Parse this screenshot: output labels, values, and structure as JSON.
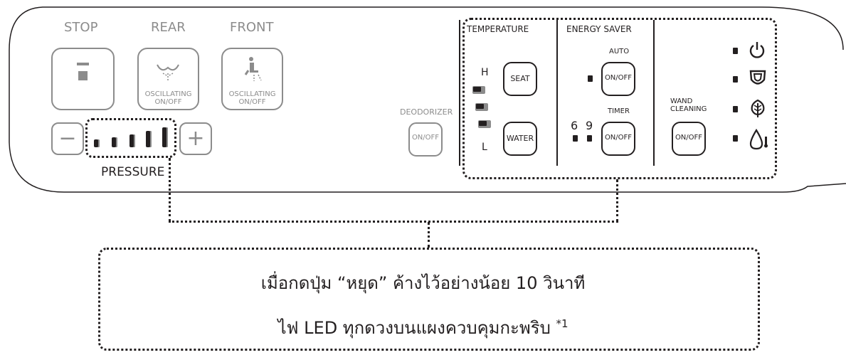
{
  "panel": {
    "stop_label": "STOP",
    "rear_label": "REAR",
    "front_label": "FRONT",
    "rear_button_text_1": "OSCILLATING",
    "rear_button_text_2": "ON/OFF",
    "front_button_text_1": "OSCILLATING",
    "front_button_text_2": "ON/OFF",
    "minus_label": "−",
    "plus_label": "+",
    "pressure_label": "PRESSURE",
    "deodorizer_label": "DEODORIZER",
    "deodorizer_button": "ON/OFF"
  },
  "temperature": {
    "header": "TEMPERATURE",
    "high": "H",
    "low": "L",
    "seat_button": "SEAT",
    "water_button": "WATER"
  },
  "energy_saver": {
    "header": "ENERGY SAVER",
    "auto_label": "AUTO",
    "auto_button": "ON/OFF",
    "timer_label": "TIMER",
    "timer_button": "ON/OFF",
    "timer_6": "6",
    "timer_9": "9"
  },
  "wand_cleaning": {
    "label_1": "WAND",
    "label_2": "CLEANING",
    "button": "ON/OFF"
  },
  "status_icons": [
    "power-icon",
    "toilet-seat-icon",
    "leaf-icon",
    "water-temperature-icon"
  ],
  "callout": {
    "line1": "เมื่อกดปุ่ม “หยุด” ค้างไว้อย่างน้อย 10 วินาที",
    "line2": "ไฟ LED ทุกดวงบนแผงควบคุมกะพริบ",
    "footnote": "*1"
  },
  "colors": {
    "ink": "#231f20",
    "gray": "#8c8c8c"
  }
}
